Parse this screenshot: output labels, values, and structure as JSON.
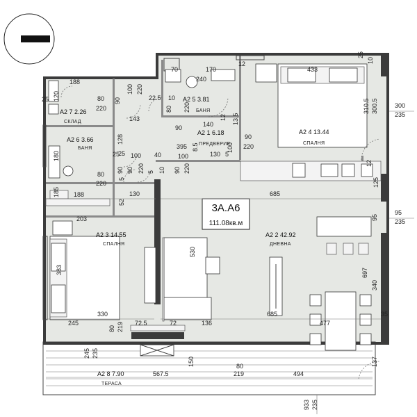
{
  "unit": {
    "code": "3A.A6",
    "area": "111.08кв.м"
  },
  "rooms": [
    {
      "id": "A2 7",
      "area": "2.26",
      "name": "СКЛАД"
    },
    {
      "id": "A2 6",
      "area": "3.66",
      "name": "БАНЯ"
    },
    {
      "id": "A2 5",
      "area": "3.81",
      "name": "БАНЯ"
    },
    {
      "id": "A2 1",
      "area": "6.18",
      "name": "ПРЕДВЕРИЕ"
    },
    {
      "id": "A2 4",
      "area": "13.44",
      "name": "СПАЛНЯ"
    },
    {
      "id": "A2 3",
      "area": "14.55",
      "name": "СПАЛНЯ"
    },
    {
      "id": "A2 2",
      "area": "42.92",
      "name": "ДНЕВНА"
    },
    {
      "id": "A2 8",
      "area": "7.90",
      "name": "ТЕРАСА"
    }
  ],
  "dimensions": [
    "25",
    "120",
    "188",
    "80",
    "220",
    "90",
    "100",
    "220",
    "22.5",
    "10",
    "80",
    "220",
    "70",
    "170",
    "12",
    "240",
    "433",
    "25",
    "10",
    "143",
    "90",
    "140",
    "12",
    "13.5",
    "310.5",
    "300.5",
    "300",
    "235",
    "128",
    "395",
    "90",
    "220",
    "25",
    "100",
    "40",
    "100",
    "8.5",
    "130",
    "5",
    "100",
    "180",
    "80",
    "220",
    "90",
    "5",
    "90",
    "220",
    "5",
    "10",
    "90",
    "220",
    "185",
    "130",
    "685",
    "125",
    "12",
    "188",
    "52",
    "203",
    "95",
    "235",
    "95",
    "383",
    "530",
    "697",
    "340",
    "330",
    "245",
    "80",
    "219",
    "72.5",
    "72",
    "136",
    "685",
    "477",
    "35",
    "245",
    "235",
    "150",
    "80",
    "219",
    "567.5",
    "494",
    "137",
    "933",
    "235",
    "25"
  ]
}
